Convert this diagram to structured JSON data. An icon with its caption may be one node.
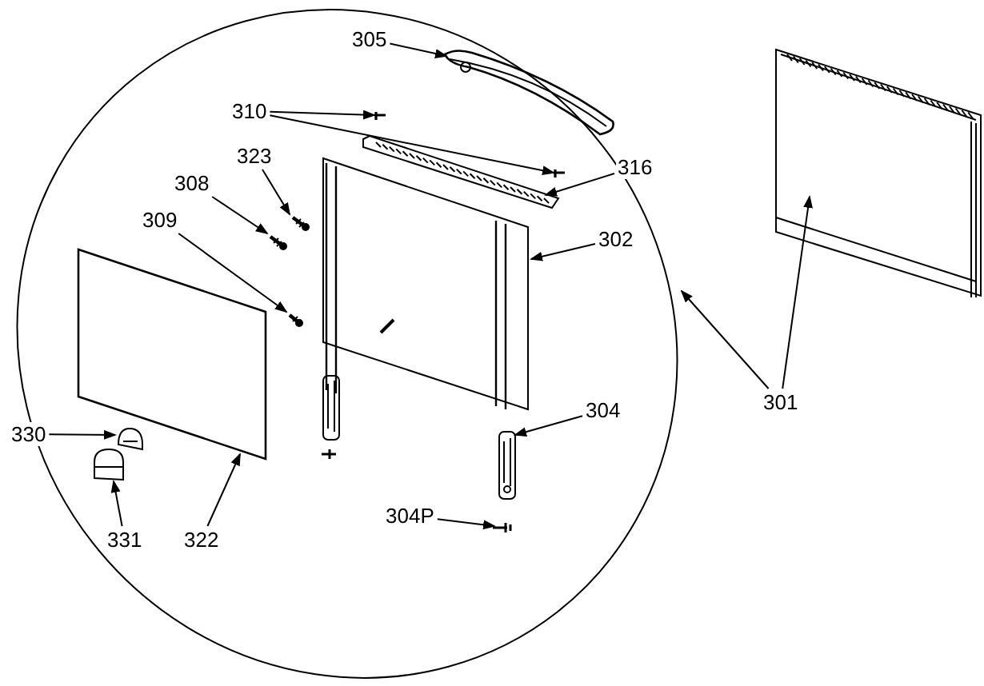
{
  "diagram": {
    "nodes": [
      {
        "text": [],
        "shape": "circle"
      },
      {
        "text": [
          "305"
        ],
        "in": 0
      },
      {
        "text": [],
        "shape": "picture",
        "in": 0
      },
      {
        "text": [
          "310"
        ],
        "in": 0
      },
      {
        "text": [],
        "shape": "picture",
        "in": 0
      },
      {
        "text": [],
        "shape": "picture",
        "in": 0
      },
      {
        "text": [
          "323"
        ],
        "in": 0
      },
      {
        "text": [],
        "shape": "picture",
        "in": 0
      },
      {
        "text": [
          "308"
        ],
        "in": 0
      },
      {
        "text": [],
        "shape": "picture",
        "in": 0
      },
      {
        "text": [
          "309"
        ],
        "in": 0
      },
      {
        "text": [],
        "shape": "picture",
        "in": 0
      },
      {
        "text": [
          "316"
        ],
        "in": 0
      },
      {
        "text": [],
        "shape": "picture",
        "in": 0
      },
      {
        "text": [
          "302"
        ],
        "in": 0
      },
      {
        "text": [],
        "shape": "picture",
        "in": 0
      },
      {
        "text": [],
        "shape": "picture",
        "in": 0
      },
      {
        "text": [
          "330"
        ],
        "in": 0
      },
      {
        "text": [],
        "shape": "picture",
        "in": 0
      },
      {
        "text": [
          "331"
        ],
        "in": 0
      },
      {
        "text": [],
        "shape": "picture",
        "in": 0
      },
      {
        "text": [
          "322"
        ],
        "in": 0
      },
      {
        "text": [
          "304"
        ],
        "in": 0
      },
      {
        "text": [],
        "shape": "picture",
        "in": 0
      },
      {
        "text": [
          "304P"
        ],
        "in": 0
      },
      {
        "text": [],
        "shape": "picture",
        "in": 0
      },
      {
        "text": [
          "301"
        ]
      },
      {
        "text": [],
        "shape": "picture"
      }
    ],
    "edges": [
      {
        "from": 1,
        "to": 2,
        "arrow": "to"
      },
      {
        "from": 3,
        "to": 4,
        "arrow": "to"
      },
      {
        "from": 3,
        "to": 5,
        "arrow": "to"
      },
      {
        "from": 6,
        "to": 7,
        "arrow": "to"
      },
      {
        "from": 8,
        "to": 9,
        "arrow": "to"
      },
      {
        "from": 10,
        "to": 11,
        "arrow": "to"
      },
      {
        "from": 12,
        "to": 13,
        "arrow": "to"
      },
      {
        "from": 14,
        "to": 15,
        "arrow": "to"
      },
      {
        "from": 21,
        "to": 16,
        "arrow": "to"
      },
      {
        "from": 17,
        "to": 18,
        "arrow": "to"
      },
      {
        "from": 19,
        "to": 20,
        "arrow": "to"
      },
      {
        "from": 22,
        "to": 23,
        "arrow": "to"
      },
      {
        "from": 24,
        "to": 25,
        "arrow": "to"
      },
      {
        "from": 26,
        "to": 0,
        "arrow": "to"
      },
      {
        "from": 26,
        "to": 27,
        "arrow": "to"
      }
    ]
  }
}
